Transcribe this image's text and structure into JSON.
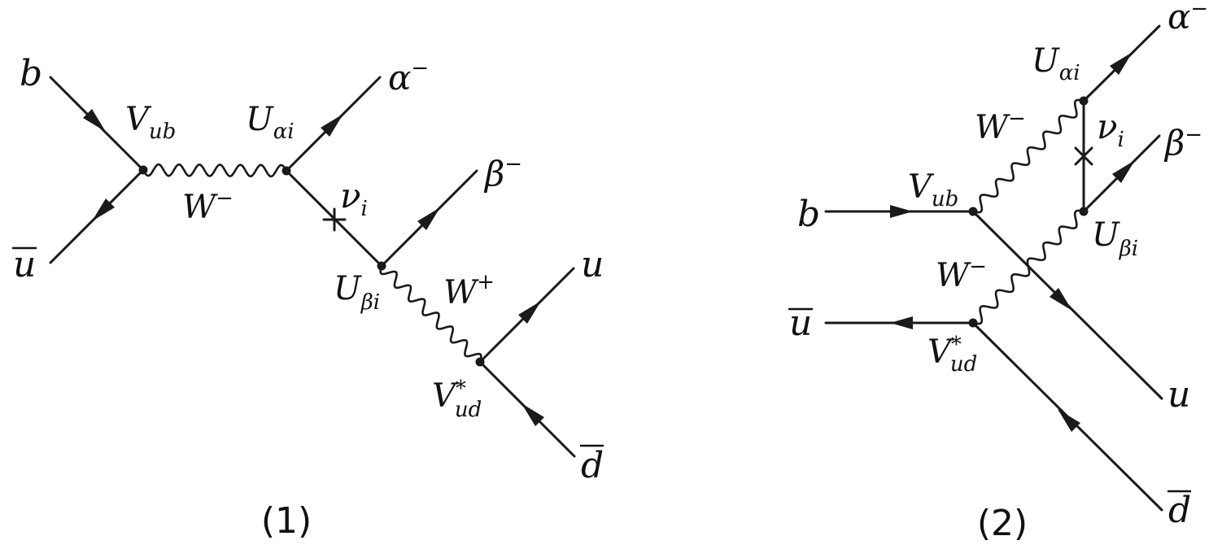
{
  "diagrams": [
    {
      "caption": "(1)",
      "labels": {
        "b_in": "b",
        "u_bar": "u",
        "V_ub": "V",
        "V_ub_sub": "ub",
        "W_minus": "W",
        "W_minus_sup": "−",
        "U_alpha": "U",
        "U_alpha_sub": "αi",
        "alpha_out": "α",
        "alpha_sup": "−",
        "nu": "ν",
        "nu_sub": "i",
        "beta_out": "β",
        "beta_sup": "−",
        "U_beta": "U",
        "U_beta_sub": "βi",
        "W_plus": "W",
        "W_plus_sup": "+",
        "u_out": "u",
        "V_ud": "V",
        "V_ud_sub": "ud",
        "V_ud_sup": "*",
        "d_bar": "d"
      }
    },
    {
      "caption": "(2)",
      "labels": {
        "alpha_out": "α",
        "alpha_sup": "−",
        "U_alpha": "U",
        "U_alpha_sub": "αi",
        "W_minus_top": "W",
        "W_minus_top_sup": "−",
        "nu": "ν",
        "nu_sub": "i",
        "beta_out": "β",
        "beta_sup": "−",
        "V_ub": "V",
        "V_ub_sub": "ub",
        "b_in": "b",
        "U_beta": "U",
        "U_beta_sub": "βi",
        "W_minus_bottom": "W",
        "W_minus_bottom_sup": "−",
        "u_bar": "u",
        "V_ud": "V",
        "V_ud_sub": "ud",
        "V_ud_sup": "*",
        "u_out": "u",
        "d_bar": "d"
      }
    }
  ]
}
